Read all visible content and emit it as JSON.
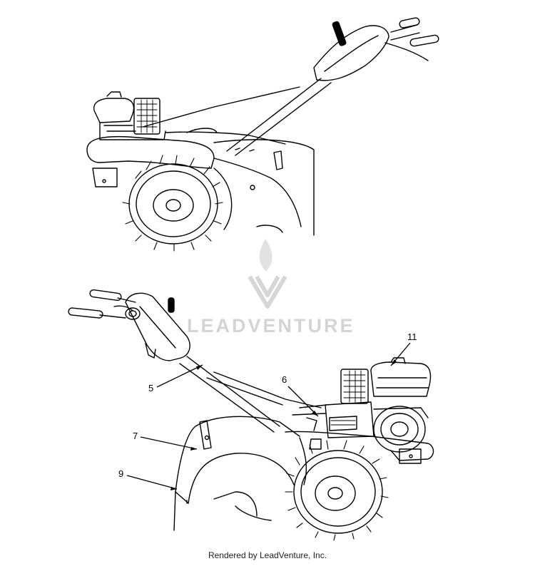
{
  "watermark": {
    "text": "LEADVENTURE"
  },
  "callouts": [
    "11",
    "6",
    "5",
    "7",
    "9"
  ],
  "footer": {
    "text": "Rendered by LeadVenture, Inc."
  }
}
